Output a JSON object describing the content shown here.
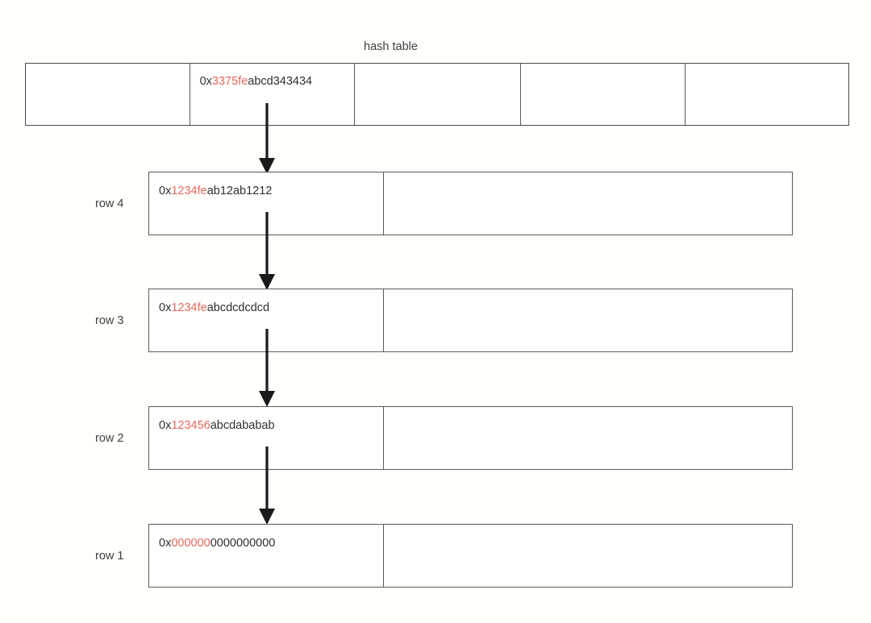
{
  "diagram": {
    "title": "hash table",
    "colors": {
      "hash_prefix_highlight": "#e8685f",
      "text": "#2f2f2f",
      "border": "#5a5a5a",
      "background": "#fffffc"
    },
    "hash_table": {
      "label": "hash table",
      "cells": [
        {
          "name": "bucket-0",
          "value": ""
        },
        {
          "name": "bucket-1",
          "prefix": "0x",
          "highlight": "3375fe",
          "suffix": "abcd343434",
          "value": "0x3375feabcd343434"
        },
        {
          "name": "bucket-2",
          "value": ""
        },
        {
          "name": "bucket-3",
          "value": ""
        },
        {
          "name": "bucket-4",
          "value": ""
        }
      ]
    },
    "rows": [
      {
        "label": "row 4",
        "prefix": "0x",
        "highlight": "1234fe",
        "suffix": "ab12ab1212",
        "value": "0x1234feab12ab1212"
      },
      {
        "label": "row 3",
        "prefix": "0x",
        "highlight": "1234fe",
        "suffix": "abcdcdcdcd",
        "value": "0x1234feabcdcdcdcd"
      },
      {
        "label": "row 2",
        "prefix": "0x",
        "highlight": "123456",
        "suffix": "abcdababab",
        "value": "0x123456abcdababab"
      },
      {
        "label": "row 1",
        "prefix": "0x",
        "highlight": "000000",
        "suffix": "0000000000",
        "value": "0x0000000000000000"
      }
    ],
    "arrows": [
      {
        "name": "arrow-hash-to-row4",
        "from": "bucket-1",
        "to": "row 4"
      },
      {
        "name": "arrow-row4-to-row3",
        "from": "row 4",
        "to": "row 3"
      },
      {
        "name": "arrow-row3-to-row2",
        "from": "row 3",
        "to": "row 2"
      },
      {
        "name": "arrow-row2-to-row1",
        "from": "row 2",
        "to": "row 1"
      }
    ]
  }
}
